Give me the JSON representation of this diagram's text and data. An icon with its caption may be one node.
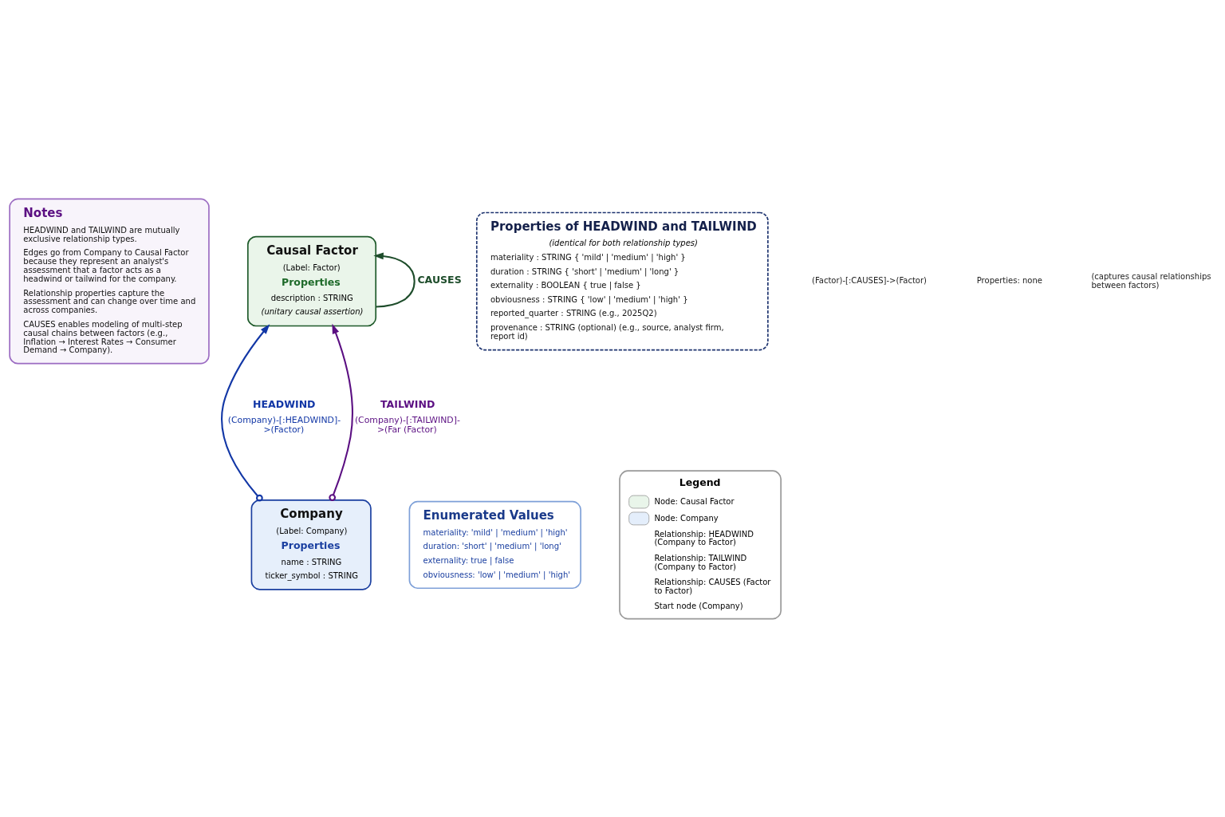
{
  "diagram": {
    "nodes": [
      {
        "text": [
          "Notes",
          "HEADWIND and TAILWIND are mutually exclusive relationship types.",
          "Edges go from Company to Causal Factor because they represent an analyst's assessment that a factor acts as a headwind or tailwind for the company.",
          "Relationship properties capture the assessment and can change over time and across companies.",
          "CAUSES enables modeling of multi-step causal chains between factors (e.g., Inflation → Interest Rates → Consumer Demand → Company)."
        ]
      },
      {
        "text": [
          "Causal Factor",
          "(Label: Factor)",
          "Properties",
          "description : STRING",
          "(unitary causal assertion)"
        ]
      },
      {
        "text": [
          "Properties of HEADWIND and TAILWIND",
          "(identical for both relationship types)",
          "materiality : STRING { 'mild' | 'medium' | 'high' }",
          "duration : STRING { 'short' | 'medium' | 'long' }",
          "externality : BOOLEAN { true | false }",
          "obviousness : STRING { 'low' | 'medium' | 'high' }",
          "reported_quarter : STRING (e.g., 2025Q2)",
          "provenance : STRING (optional) (e.g., source, analyst firm, report id)"
        ]
      },
      {
        "text": [
          "Company",
          "(Label: Company)",
          "Properties",
          "name : STRING",
          "ticker_symbol : STRING"
        ]
      },
      {
        "text": [
          "Enumerated Values",
          "materiality: 'mild' | 'medium' | 'high'",
          "duration: 'short' | 'medium' | 'long'",
          "externality: true | false",
          "obviousness: 'low' | 'medium' | 'high'"
        ]
      }
    ],
    "edges": [
      {
        "from": 3,
        "to": 1,
        "arrow": "to",
        "label": "HEADWIND",
        "color": "#1237a6"
      },
      {
        "from": 3,
        "to": 1,
        "arrow": "to",
        "label": "TAILWIND",
        "color": "#5b0f82"
      },
      {
        "from": 1,
        "to": 1,
        "arrow": "to",
        "label": "CAUSES",
        "color": "#1e4d2b"
      }
    ],
    "labels": [
      "(Company)-[:HEADWIND]->(Factor)",
      "(Company)-[:TAILWIND]->(Far (Factor)",
      "(Factor)-[:CAUSES]->(Factor)",
      "Properties: none",
      "(captures causal relationships between factors)",
      "Legend"
    ],
    "legend": [
      {
        "text": "Node: Causal Factor",
        "color": "#e9f5ea"
      },
      {
        "text": "Node: Company",
        "color": "#e4eefb"
      },
      {
        "text": "Relationship: HEADWIND (Company to Factor)"
      },
      {
        "text": "Relationship: TAILWIND (Company to Factor)"
      },
      {
        "text": "Relationship: CAUSES (Factor to Factor)"
      },
      {
        "text": "Start node (Company)"
      }
    ]
  }
}
